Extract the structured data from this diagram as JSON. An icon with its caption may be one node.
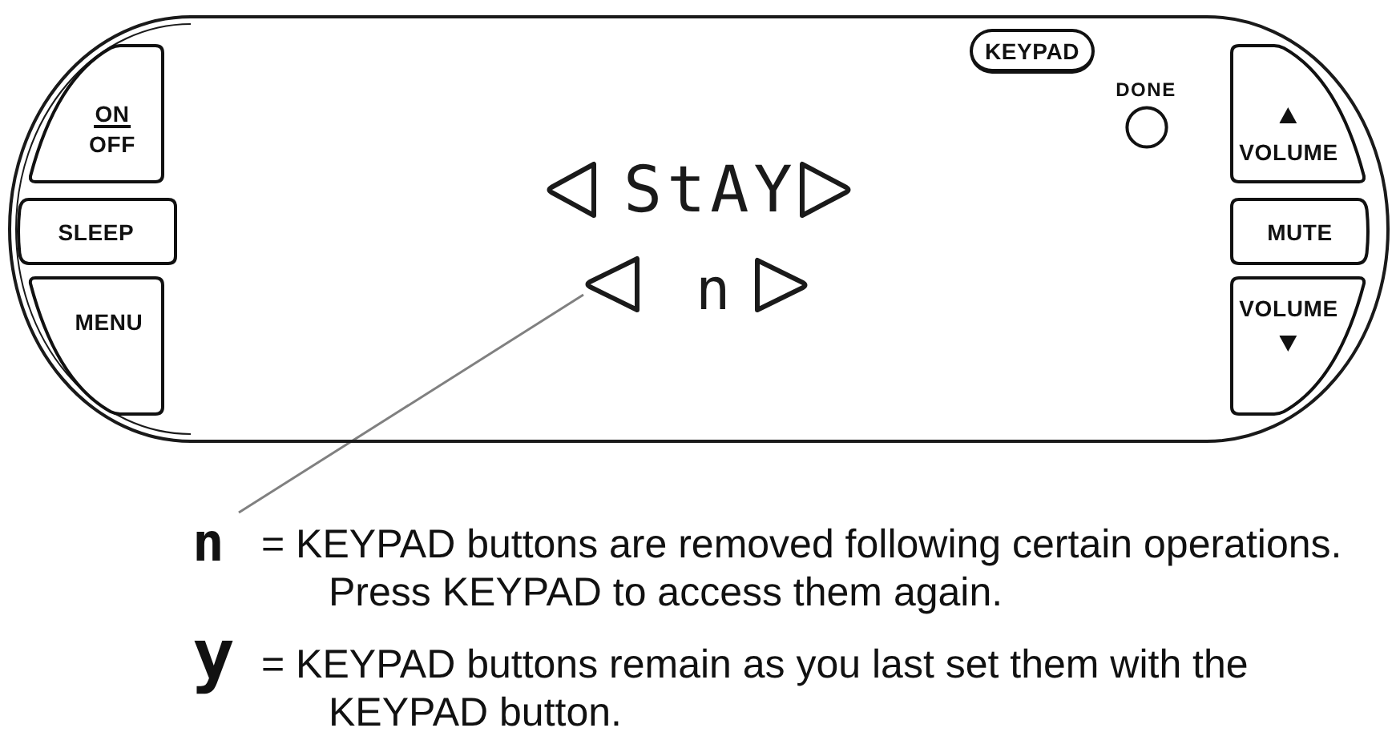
{
  "diagram": {
    "nodes": [
      {
        "text": [],
        "shape": "box"
      },
      {
        "text": [
          "ON",
          "OFF"
        ],
        "in": 0
      },
      {
        "text": [
          "SLEEP"
        ],
        "in": 0
      },
      {
        "text": [
          "MENU"
        ],
        "in": 0
      },
      {
        "text": [],
        "shape": "triangle",
        "in": 0
      },
      {
        "text": [
          "KEYPAD"
        ],
        "in": 0
      },
      {
        "text": [
          "DONE"
        ],
        "in": 0
      },
      {
        "text": [
          "VOLUME"
        ],
        "in": 0
      },
      {
        "text": [
          "MUTE"
        ],
        "in": 0
      },
      {
        "text": [
          "VOLUME"
        ],
        "in": 0
      },
      {
        "text": [
          "n",
          "= KEYPAD buttons are removed following certain operations. Press KEYPAD to access them again."
        ]
      }
    ],
    "edges": [
      {
        "from": 10,
        "to": 4,
        "arrow": "none"
      }
    ],
    "labels": [
      "StAY",
      "n",
      "y",
      "= KEYPAD buttons remain as you last set them with the KEYPAD button."
    ]
  }
}
